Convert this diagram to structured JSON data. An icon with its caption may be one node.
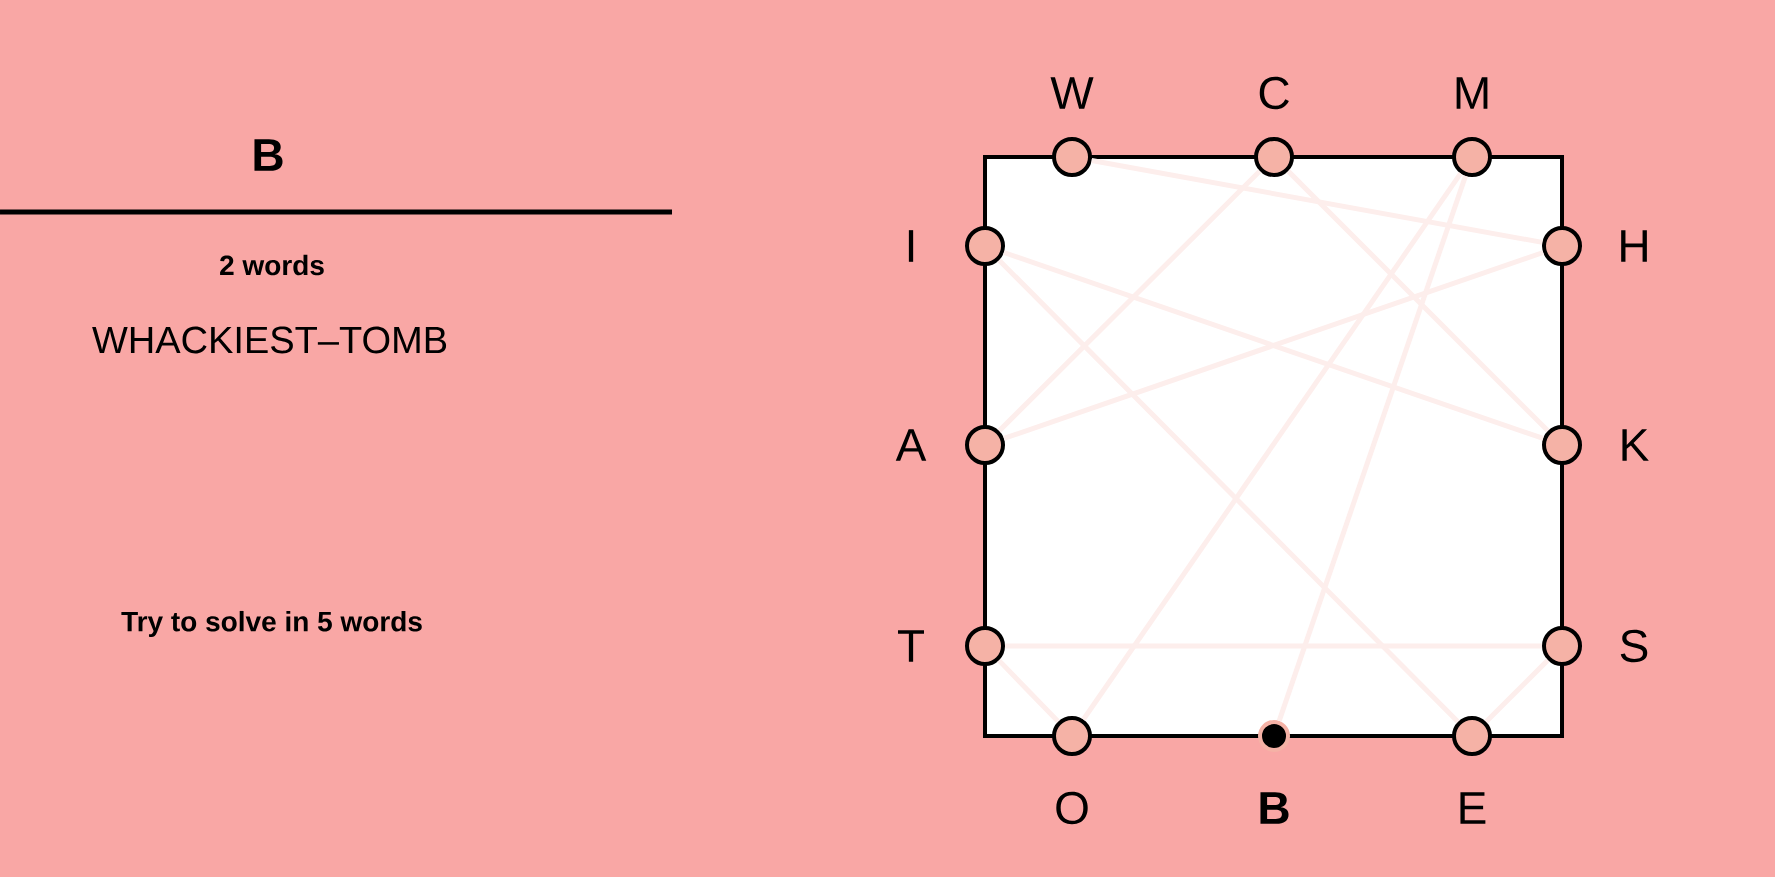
{
  "diagram": {
    "title": "B",
    "nodes": [
      {
        "text": [],
        "shape": "circle",
        "beside": [
          "W"
        ]
      },
      {
        "text": [],
        "shape": "circle",
        "beside": [
          "C"
        ]
      },
      {
        "text": [],
        "shape": "circle",
        "beside": [
          "M"
        ]
      },
      {
        "text": [],
        "shape": "circle",
        "beside": [
          "I"
        ]
      },
      {
        "text": [],
        "shape": "circle",
        "beside": [
          "H"
        ]
      },
      {
        "text": [],
        "shape": "circle",
        "beside": [
          "A"
        ]
      },
      {
        "text": [],
        "shape": "circle",
        "beside": [
          "K"
        ]
      },
      {
        "text": [],
        "shape": "circle",
        "beside": [
          "T"
        ]
      },
      {
        "text": [],
        "shape": "circle",
        "beside": [
          "S"
        ]
      },
      {
        "text": [],
        "shape": "circle",
        "beside": [
          "O"
        ]
      },
      {
        "text": [],
        "shape": "dot",
        "beside": [
          "B"
        ]
      },
      {
        "text": [],
        "shape": "circle",
        "beside": [
          "E"
        ]
      }
    ],
    "edges": [
      {
        "from": 0,
        "to": 4,
        "arrow": "none"
      },
      {
        "from": 4,
        "to": 5,
        "arrow": "none"
      },
      {
        "from": 5,
        "to": 1,
        "arrow": "none"
      },
      {
        "from": 1,
        "to": 6,
        "arrow": "none"
      },
      {
        "from": 6,
        "to": 3,
        "arrow": "none"
      },
      {
        "from": 3,
        "to": 11,
        "arrow": "none"
      },
      {
        "from": 11,
        "to": 8,
        "arrow": "none"
      },
      {
        "from": 8,
        "to": 7,
        "arrow": "none"
      },
      {
        "from": 7,
        "to": 9,
        "arrow": "none"
      },
      {
        "from": 9,
        "to": 2,
        "arrow": "none"
      },
      {
        "from": 2,
        "to": 10,
        "arrow": "none"
      }
    ],
    "labels": [
      "2 words",
      "WHACKIEST–TOMB",
      "Try to solve in 5 words"
    ]
  }
}
